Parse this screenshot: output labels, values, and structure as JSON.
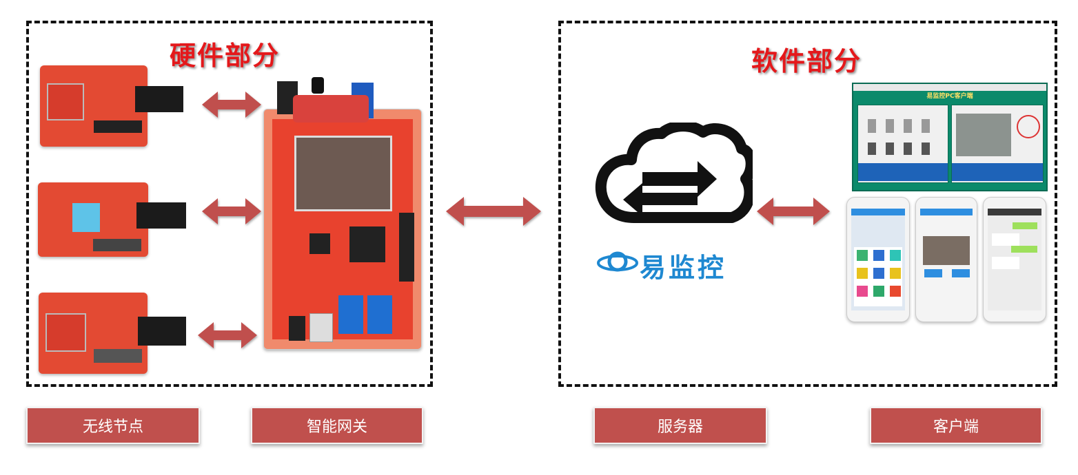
{
  "sections": {
    "hardware_title": "硬件部分",
    "software_title": "软件部分"
  },
  "server": {
    "brand": "易监控"
  },
  "pc_client": {
    "title": "易监控PC客户端"
  },
  "labels": {
    "wireless_node": "无线节点",
    "smart_gateway": "智能网关",
    "server": "服务器",
    "client": "客户端"
  },
  "colors": {
    "title_red": "#e4181b",
    "arrow_red": "#c0504d",
    "label_bg": "#c0504d",
    "board_red": "#e8422e"
  }
}
